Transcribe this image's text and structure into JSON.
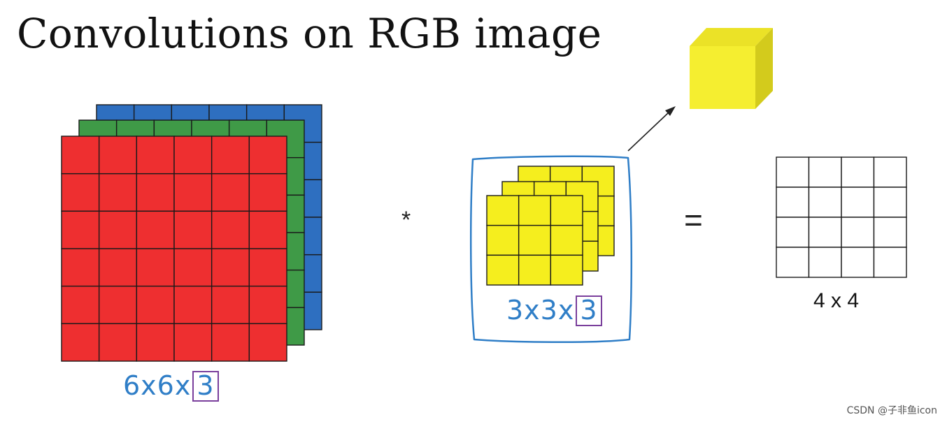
{
  "title": "Convolutions on RGB image",
  "operators": {
    "convolve": "*",
    "equals": "="
  },
  "input_volume": {
    "rows": 6,
    "cols": 6,
    "channels": [
      "#2e6fc0",
      "#3f9a47",
      "#ee2f30"
    ],
    "label": "6x6x",
    "label_boxed": "3"
  },
  "filter": {
    "rows": 3,
    "cols": 3,
    "layers": 3,
    "color": "#f5ee1e",
    "label": "3x3x",
    "label_boxed": "3",
    "annotation_color": "#2f7ec7"
  },
  "filter_cube": {
    "face": "#f5ee30",
    "top": "#ebe227",
    "side": "#d3cb1c"
  },
  "output": {
    "rows": 4,
    "cols": 4,
    "label": "4 x 4"
  },
  "watermark": "CSDN @子非鱼icon"
}
